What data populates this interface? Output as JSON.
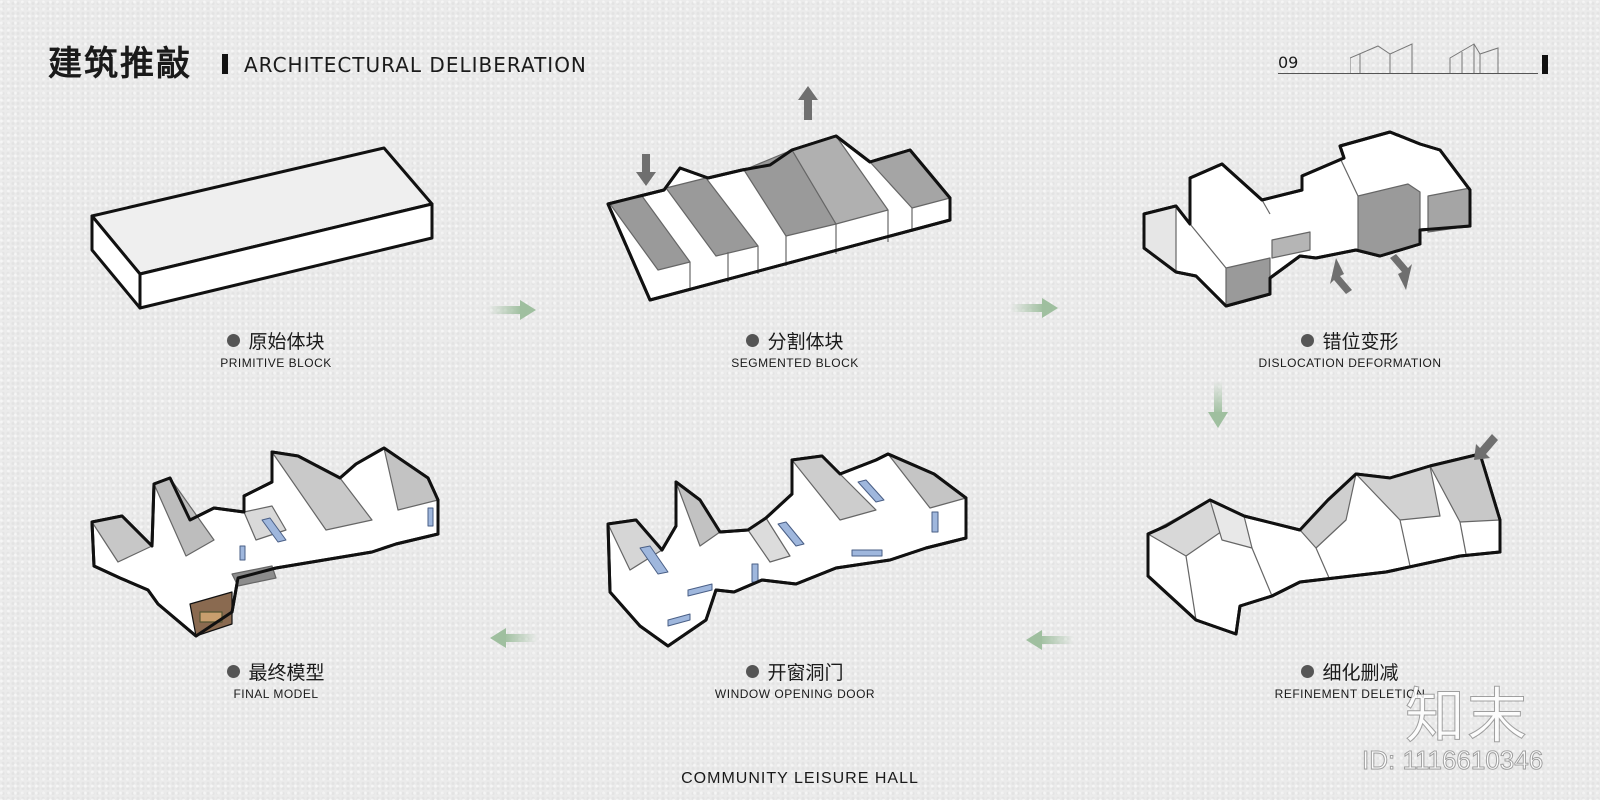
{
  "header": {
    "title_cn": "建筑推敲",
    "title_en": "ARCHITECTURAL DELIBERATION",
    "page_number": "09"
  },
  "steps": [
    {
      "cn": "原始体块",
      "en": "PRIMITIVE BLOCK"
    },
    {
      "cn": "分割体块",
      "en": "SEGMENTED BLOCK"
    },
    {
      "cn": "错位变形",
      "en": "DISLOCATION DEFORMATION"
    },
    {
      "cn": "细化删减",
      "en": "REFINEMENT DELETION"
    },
    {
      "cn": "开窗洞门",
      "en": "WINDOW OPENING DOOR"
    },
    {
      "cn": "最终模型",
      "en": "FINAL MODEL"
    }
  ],
  "footer": "COMMUNITY LEISURE HALL",
  "watermark": {
    "logo": "知末",
    "id": "ID: 1116610346"
  },
  "colors": {
    "arrow_green": "#9fbf9f",
    "arrow_grey": "#6f6f6f",
    "face_light": "#ffffff",
    "face_mid": "#dcdcdc",
    "face_dark": "#9a9a9a",
    "window_blue": "#9fb7dd"
  }
}
